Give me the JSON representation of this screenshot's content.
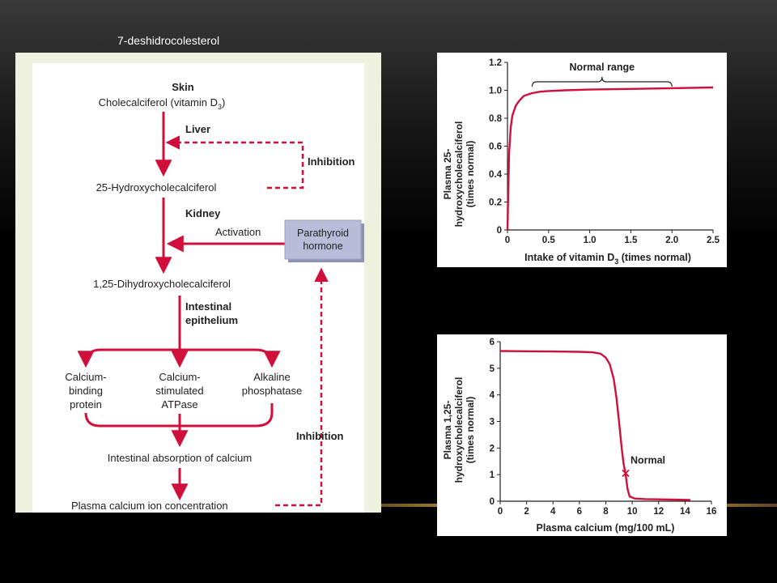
{
  "slide": {
    "title": "7-deshidrocolesterol"
  },
  "diagram": {
    "skin": "Skin",
    "cholecalciferol_prefix": "Cholecalciferol (vitamin D",
    "cholecalciferol_sub": "3",
    "cholecalciferol_suffix": ")",
    "liver": "Liver",
    "inhibition_top": "Inhibition",
    "hydroxy25": "25-Hydroxycholecalciferol",
    "kidney": "Kidney",
    "activation": "Activation",
    "pth_line1": "Parathyroid",
    "pth_line2": "hormone",
    "dihydroxy": "1,25-Dihydroxycholecalciferol",
    "intestinal_line1": "Intestinal",
    "intestinal_line2": "epithelium",
    "cbp": [
      "Calcium-",
      "binding",
      "protein"
    ],
    "atpase": [
      "Calcium-",
      "stimulated",
      "ATPase"
    ],
    "alk": [
      "Alkaline",
      "phosphatase"
    ],
    "inhibition_bottom": "Inhibition",
    "absorption": "Intestinal absorption of calcium",
    "plasma_ca": "Plasma calcium ion concentration",
    "colors": {
      "arrow": "#d0103a",
      "pth_box": "#b8bcd8"
    }
  },
  "chart_data": [
    {
      "type": "line",
      "title": "",
      "xlabel_prefix": "Intake of vitamin D",
      "xlabel_sub": "3",
      "xlabel_suffix": " (times normal)",
      "ylabel": [
        "Plasma 25-",
        "hydroxycholecalciferol",
        "(times normal)"
      ],
      "xlim": [
        0,
        2.5
      ],
      "ylim": [
        0,
        1.2
      ],
      "xticks": [
        "0",
        "0.5",
        "1.0",
        "1.5",
        "2.0",
        "2.5"
      ],
      "yticks": [
        "0",
        "0.2",
        "0.4",
        "0.6",
        "0.8",
        "1.0",
        "1.2"
      ],
      "annotation": "Normal range",
      "normal_range": [
        0.3,
        2.0
      ],
      "series": [
        {
          "color": "#d0103a",
          "x": [
            0,
            0.02,
            0.04,
            0.06,
            0.1,
            0.15,
            0.2,
            0.3,
            0.4,
            0.5,
            0.7,
            1.0,
            1.5,
            2.0,
            2.5
          ],
          "y": [
            0,
            0.55,
            0.74,
            0.82,
            0.89,
            0.93,
            0.96,
            0.98,
            0.99,
            0.995,
            1.0,
            1.005,
            1.01,
            1.015,
            1.02
          ]
        }
      ]
    },
    {
      "type": "line",
      "title": "",
      "xlabel": "Plasma calcium (mg/100 mL)",
      "ylabel": [
        "Plasma 1,25-",
        "hydroxycholecalciferol",
        "(times normal)"
      ],
      "xlim": [
        0,
        16
      ],
      "ylim": [
        0,
        6
      ],
      "xticks": [
        "0",
        "2",
        "4",
        "6",
        "8",
        "10",
        "12",
        "14",
        "16"
      ],
      "yticks": [
        "0",
        "1",
        "2",
        "3",
        "4",
        "5",
        "6"
      ],
      "annotation": "Normal",
      "marker": {
        "x": 9.5,
        "y": 1.05
      },
      "series": [
        {
          "color": "#d0103a",
          "x": [
            0,
            2,
            4,
            6,
            7,
            7.6,
            8.0,
            8.3,
            8.6,
            8.8,
            9.0,
            9.2,
            9.35,
            9.5,
            9.65,
            9.8,
            10.2,
            11,
            12,
            13,
            14.4
          ],
          "y": [
            5.65,
            5.64,
            5.63,
            5.62,
            5.6,
            5.55,
            5.4,
            5.15,
            4.6,
            3.9,
            3.0,
            2.0,
            1.4,
            1.0,
            0.45,
            0.18,
            0.1,
            0.08,
            0.07,
            0.06,
            0.05
          ]
        }
      ]
    }
  ]
}
